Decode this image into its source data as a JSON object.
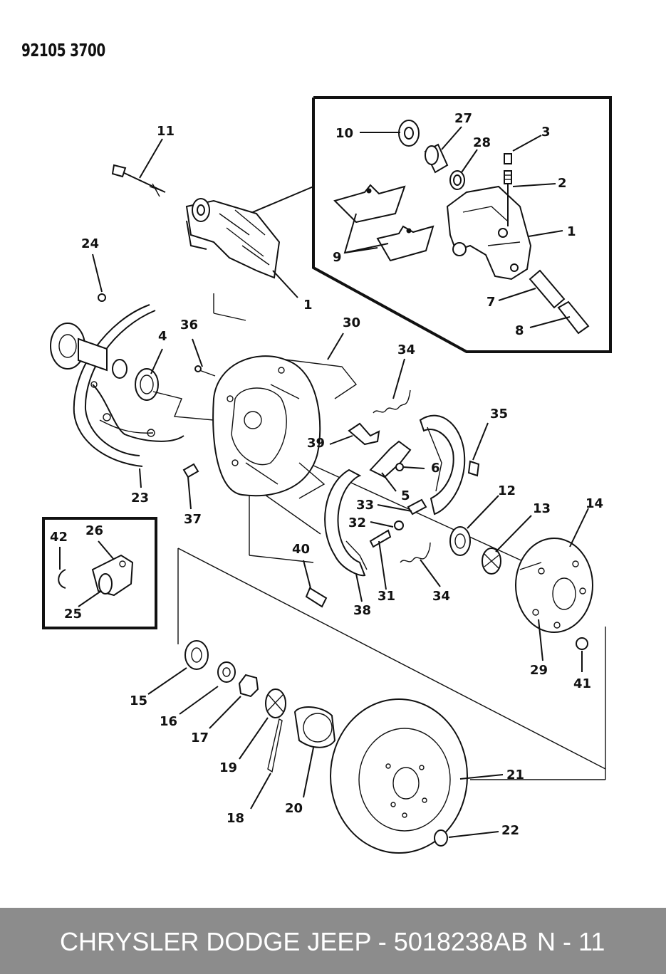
{
  "document_code": "92105 3700",
  "footer": {
    "brand_part": "CHRYSLER DODGE JEEP - 5018238AB",
    "page": "N - 11"
  },
  "callouts": [
    "1",
    "2",
    "3",
    "4",
    "5",
    "6",
    "7",
    "8",
    "9",
    "10",
    "11",
    "12",
    "13",
    "14",
    "15",
    "16",
    "17",
    "18",
    "19",
    "20",
    "21",
    "22",
    "23",
    "24",
    "25",
    "26",
    "27",
    "28",
    "29",
    "30",
    "31",
    "32",
    "33",
    "34",
    "35",
    "36",
    "37",
    "38",
    "39",
    "40",
    "41",
    "42"
  ]
}
